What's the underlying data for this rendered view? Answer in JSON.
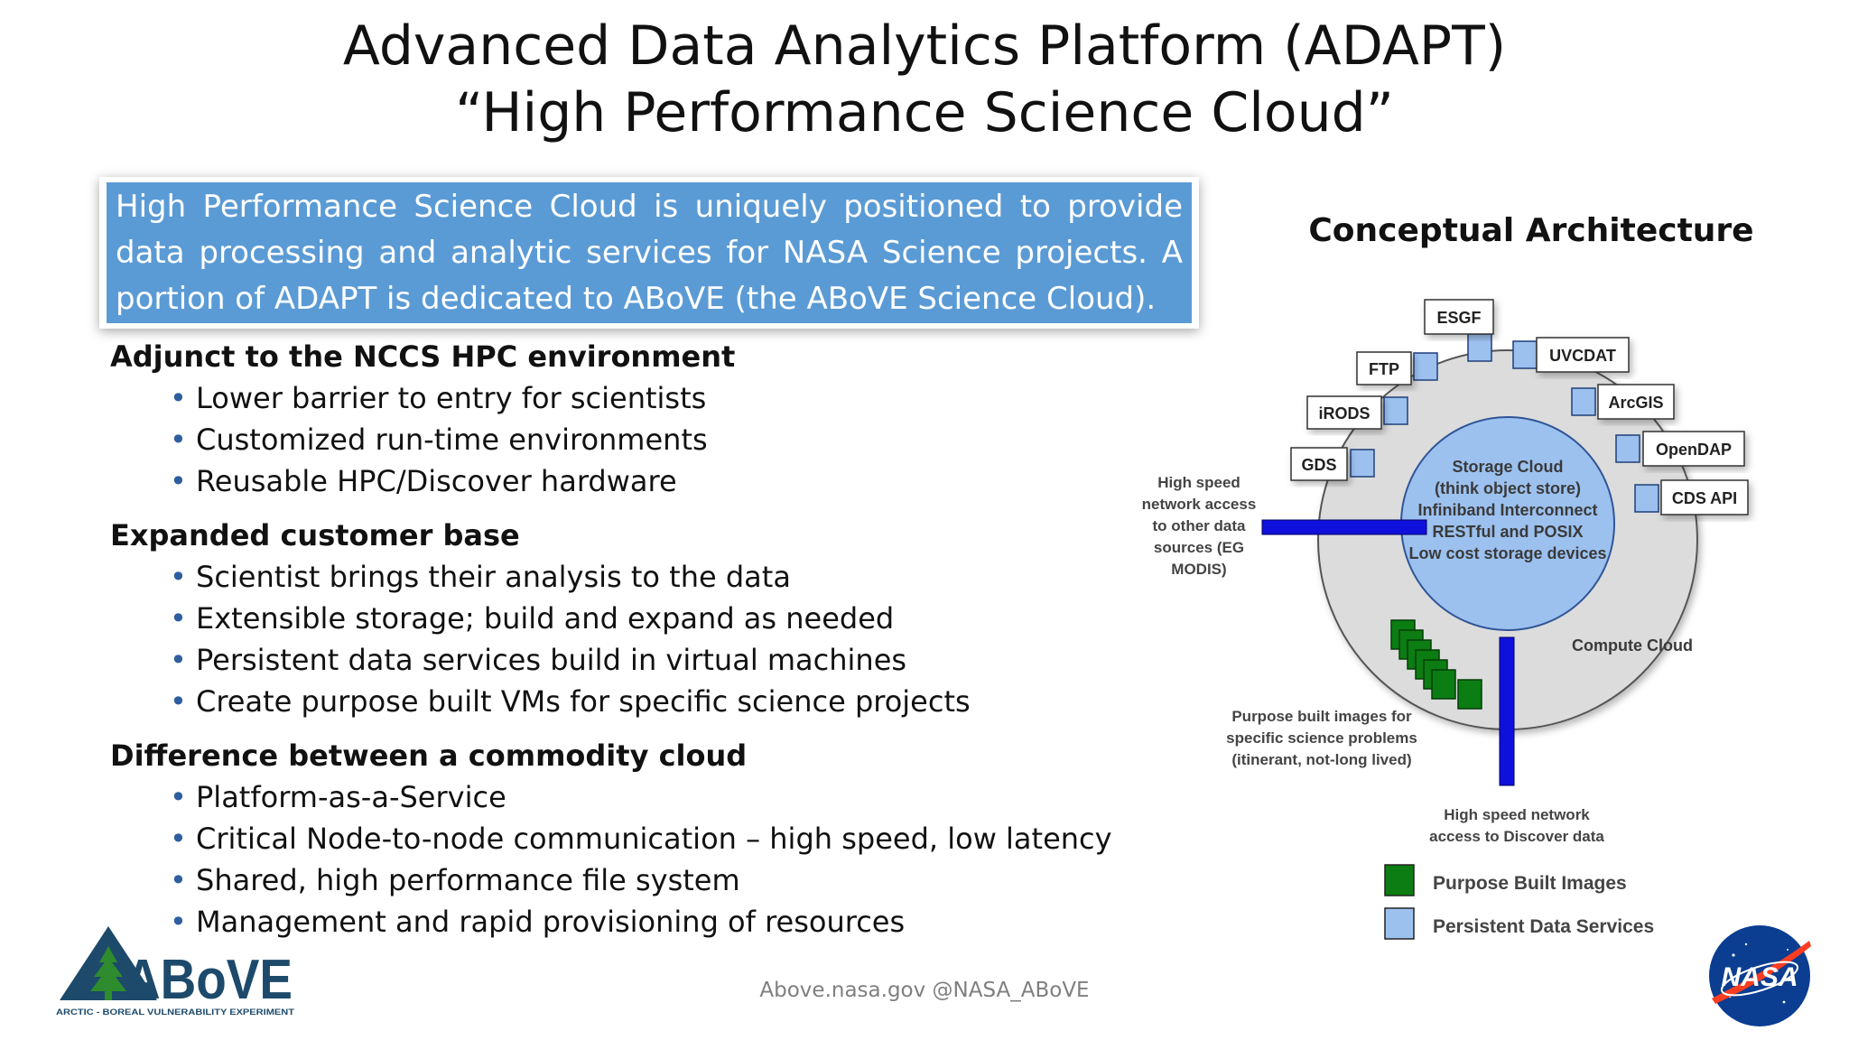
{
  "title": {
    "line1": "Advanced Data Analytics Platform (ADAPT)",
    "line2": "“High Performance Science Cloud”"
  },
  "callout": {
    "text": "High Performance Science Cloud is uniquely positioned to provide data processing and analytic services for NASA Science projects. A portion of ADAPT is dedicated to ABoVE (the ABoVE Science Cloud)."
  },
  "sections": [
    {
      "heading": "Adjunct to the NCCS HPC environment",
      "items": [
        "Lower barrier to entry for scientists",
        "Customized run-time environments",
        "Reusable HPC/Discover hardware"
      ]
    },
    {
      "heading": "Expanded customer base",
      "items": [
        "Scientist brings their analysis to the data",
        "Extensible storage; build and expand as needed",
        "Persistent data services build in virtual machines",
        "Create purpose built VMs for specific science projects"
      ]
    },
    {
      "heading": "Difference between a commodity cloud",
      "items": [
        "Platform-as-a-Service",
        "Critical Node-to-node communication – high speed, low latency",
        "Shared, high performance file system",
        "Management and rapid provisioning of resources"
      ]
    }
  ],
  "diagram": {
    "heading": "Conceptual Architecture",
    "service_labels": [
      "ESGF",
      "FTP",
      "UVCDAT",
      "iRODS",
      "ArcGIS",
      "GDS",
      "OpenDAP",
      "CDS API"
    ],
    "storage_cloud": [
      "Storage Cloud",
      "(think object store)",
      "Infiniband Interconnect",
      "RESTful and POSIX",
      "Low cost storage devices"
    ],
    "compute_cloud": "Compute Cloud",
    "left_note": [
      "High speed",
      "network access",
      "to other data",
      "sources (EG",
      "MODIS)"
    ],
    "images_note": [
      "Purpose built images for",
      "specific science problems",
      "(itinerant, not-long lived)"
    ],
    "bottom_note": [
      "High speed network",
      "access to Discover data"
    ],
    "legend": [
      {
        "label": "Purpose Built Images",
        "color": "#0b7d12"
      },
      {
        "label": "Persistent Data Services",
        "color": "#9cc1ef"
      }
    ],
    "colors": {
      "outer_circle": "#dcdcdc",
      "storage": "#9cc1ef",
      "link": "#1010dd"
    }
  },
  "footer": {
    "text": "Above.nasa.gov @NASA_ABoVE"
  },
  "logos": {
    "above_wordmark": "ABoVE",
    "above_tagline": "ARCTIC - BOREAL VULNERABILITY EXPERIMENT",
    "nasa_wordmark": "NASA"
  }
}
